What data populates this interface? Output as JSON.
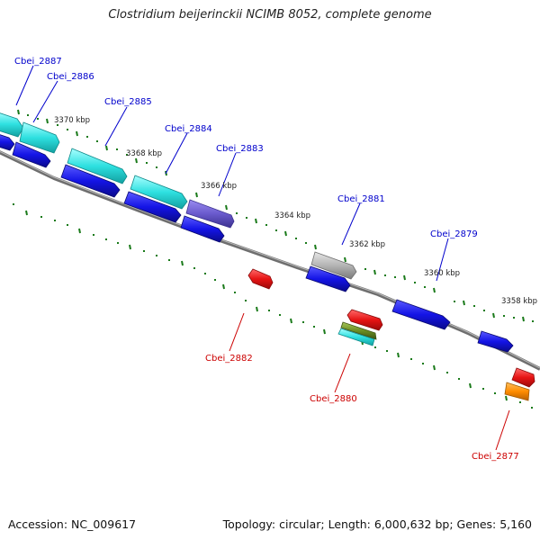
{
  "title": "Clostridium beijerinckii NCIMB 8052, complete genome",
  "footer": {
    "accession": "Accession: NC_009617",
    "summary": "Topology: circular; Length: 6,000,632 bp; Genes: 5,160"
  },
  "colors": {
    "backbone": "#7f7f7f",
    "forward_label": "#0000cc",
    "reverse_label": "#cc0000",
    "tick": "#1a7a1a",
    "gene_blue": "#1414e6",
    "gene_cyan": "#2ee0e0",
    "gene_purple": "#6a5acd",
    "gene_grey": "#b4b4b4",
    "gene_red": "#e61414",
    "gene_olive": "#6b8e23",
    "gene_orange": "#ff8c00"
  },
  "scale_labels": [
    "3370 kbp",
    "3368 kbp",
    "3366 kbp",
    "3364 kbp",
    "3362 kbp",
    "3360 kbp",
    "3358 kbp"
  ],
  "forward_labels": [
    "Cbei_2887",
    "Cbei_2886",
    "Cbei_2885",
    "Cbei_2884",
    "Cbei_2883",
    "Cbei_2881",
    "Cbei_2879"
  ],
  "reverse_labels": [
    "Cbei_2882",
    "Cbei_2880",
    "Cbei_2877"
  ]
}
